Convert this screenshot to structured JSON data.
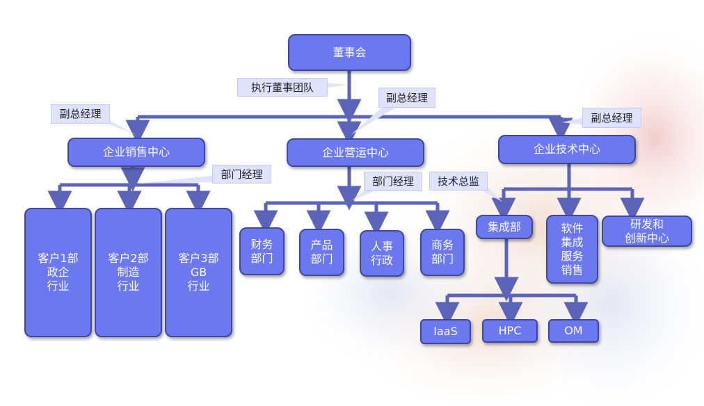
{
  "colors": {
    "node_fill": "#6b78f0",
    "node_border": "#3e479c",
    "connector": "#5b64b8",
    "callout_fill": "#dfe3fb",
    "text": "#ffffff"
  },
  "nodes": {
    "board": "董事会",
    "sales_center": "企业销售中心",
    "operations_center": "企业营运中心",
    "tech_center": "企业技术中心",
    "sales_dept_1": "客户1部\n政企\n行业",
    "sales_dept_2": "客户2部\n制造\n行业",
    "sales_dept_3": "客户3部\nGB\n行业",
    "finance": "财务\n部门",
    "product": "产品\n部门",
    "hr": "人事\n行政",
    "business": "商务\n部门",
    "integration": "集成部",
    "software_sales": "软件\n集成\n服务\n销售",
    "rnd": "研发和\n创新中心",
    "iaas": "IaaS",
    "hpc": "HPC",
    "om": "OM"
  },
  "callouts": {
    "exec_team": "执行董事团队",
    "vp_left": "副总经理",
    "vp_center": "副总经理",
    "vp_right": "副总经理",
    "manager_sales": "部门经理",
    "manager_ops": "部门经理",
    "tech_director": "技术总监"
  }
}
